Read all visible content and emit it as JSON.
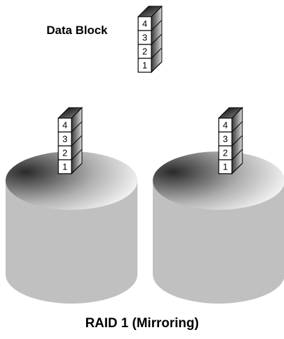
{
  "labels": {
    "data_block": "Data Block",
    "caption": "RAID 1 (Mirroring)"
  },
  "block_numbers_top_to_bottom": [
    "4",
    "3",
    "2",
    "1"
  ],
  "colors": {
    "cylinder_body": "#c0c0c0",
    "cylinder_top_dark": "#2a2a2a",
    "cylinder_top_light": "#ffffff",
    "block_face": "#ffffff",
    "block_outline": "#000000"
  }
}
